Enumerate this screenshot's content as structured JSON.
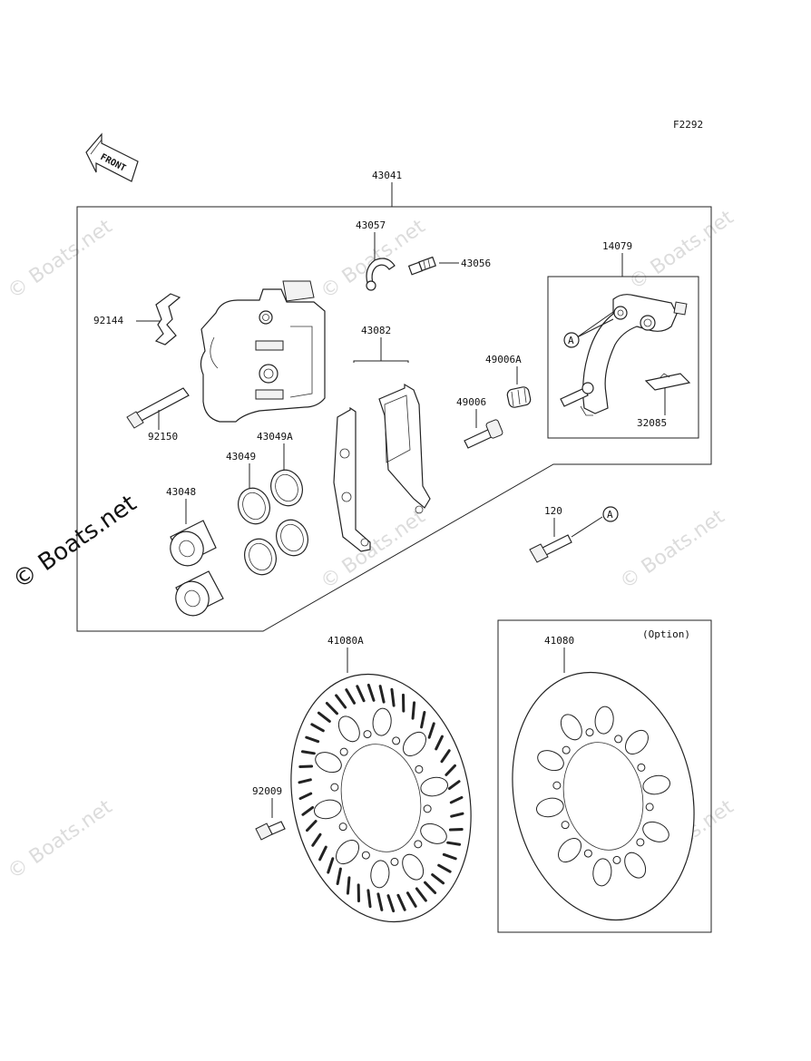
{
  "figure_code": "F2292",
  "front_label": "FRONT",
  "option_label": "(Option)",
  "watermark": "© Boats.net",
  "callout_A": "A",
  "parts": {
    "p43041": "43041",
    "p43057": "43057",
    "p43056": "43056",
    "p14079": "14079",
    "p92144": "92144",
    "p43082": "43082",
    "p49006A": "49006A",
    "p49006": "49006",
    "p32085": "32085",
    "p92150": "92150",
    "p43049A": "43049A",
    "p43049": "43049",
    "p43048": "43048",
    "p120": "120",
    "p41080A": "41080A",
    "p41080": "41080",
    "p92009": "92009"
  }
}
